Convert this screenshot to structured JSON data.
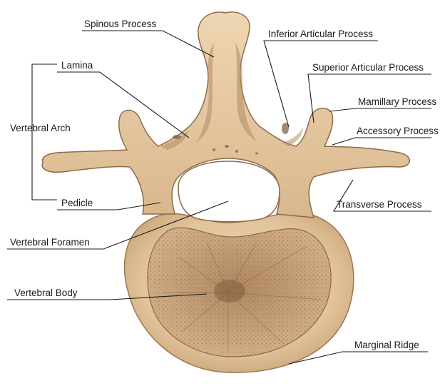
{
  "labels": {
    "spinous_process": "Spinous Process",
    "inferior_articular_process": "Inferior Articular Process",
    "lamina": "Lamina",
    "superior_articular_process": "Superior Articular Process",
    "mamillary_process": "Mamillary Process",
    "vertebral_arch": "Vertebral Arch",
    "accessory_process": "Accessory Process",
    "pedicle": "Pedicle",
    "transverse_process": "Transverse Process",
    "vertebral_foramen": "Vertebral Foramen",
    "vertebral_body": "Vertebral Body",
    "marginal_ridge": "Marginal Ridge"
  },
  "colors": {
    "bone_fill": "#e6cba6",
    "bone_shadow": "#b38c62",
    "bone_dark": "#7a5a3c",
    "cancellous": "#c9a27a",
    "cancellous_dots": "#8b6a4a",
    "leader_line": "#1a1a1a"
  }
}
